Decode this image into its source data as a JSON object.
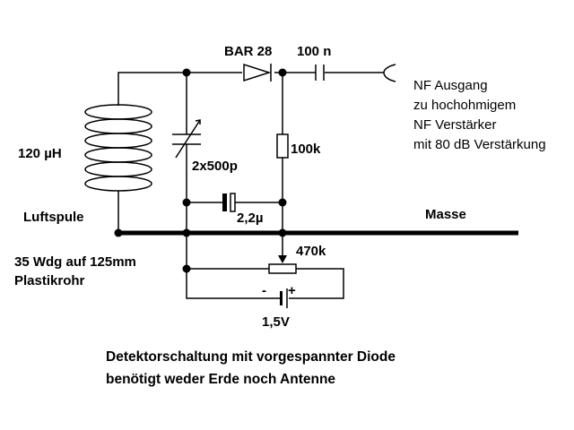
{
  "components": {
    "diode": "BAR 28",
    "coupling_capacitor": "100 n",
    "inductor_value": "120 µH",
    "variable_capacitor": "2x500p",
    "resistor": "100k",
    "electrolytic_capacitor": "2,2µ",
    "potentiometer": "470k",
    "battery_voltage": "1,5V",
    "battery_minus": "-",
    "battery_plus": "+"
  },
  "coil": {
    "name": "Luftspule",
    "winding_line1": "35 Wdg auf 125mm",
    "winding_line2": "Plastikrohr"
  },
  "output": {
    "line1": "NF Ausgang",
    "line2": "zu hochohmigem",
    "line3": "NF Verstärker",
    "line4": "mit 80 dB Verstärkung"
  },
  "ground_label": "Masse",
  "caption": {
    "line1": "Detektorschaltung mit vorgespannter Diode",
    "line2": "benötigt weder Erde noch Antenne"
  },
  "colors": {
    "ink": "#000000",
    "background": "#ffffff"
  }
}
